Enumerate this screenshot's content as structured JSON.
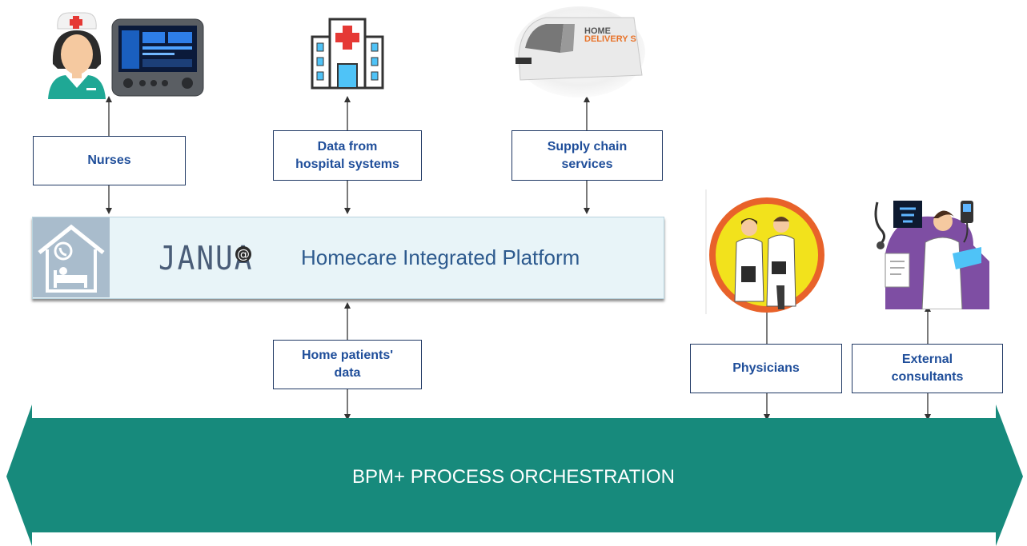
{
  "colors": {
    "banner": "#178a7c",
    "label_text": "#1f4e9a",
    "box_border": "#1f3864",
    "platform_bg": "#e8f4f8",
    "platform_text": "#2d5a8e"
  },
  "labels": {
    "nurses": "Nurses",
    "hospital_data": [
      "Data from",
      "hospital systems"
    ],
    "supply_chain": [
      "Supply chain",
      "services"
    ],
    "home_patients": [
      "Home patients'",
      "data"
    ],
    "physicians": "Physicians",
    "external_consultants": [
      "External",
      "consultants"
    ]
  },
  "platform": {
    "title": "Homecare Integrated Platform",
    "logo_text": "JANUA",
    "logo_symbol": "@"
  },
  "delivery_van": {
    "line1": "HOME",
    "line2": "DELIVERY S"
  },
  "banner": {
    "text": "BPM+ PROCESS ORCHESTRATION"
  },
  "icons": [
    "nurse-icon",
    "patient-monitor-icon",
    "hospital-icon",
    "delivery-van-icon",
    "home-care-icon",
    "physicians-icon",
    "consultant-icon"
  ]
}
